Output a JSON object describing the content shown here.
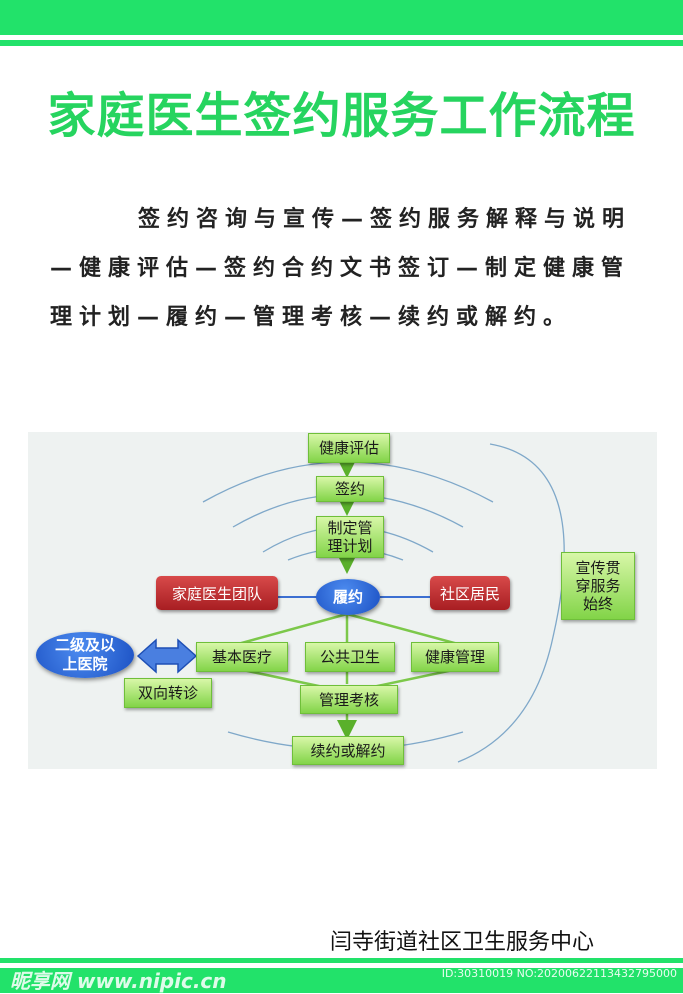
{
  "title": "家庭医生签约服务工作流程",
  "intro": "签约咨询与宣传—签约服务解释与说明—健康评估—签约合约文书签订—制定健康管理计划—履约—管理考核—续约或解约。",
  "flow": {
    "assessment": "健康评估",
    "sign": "签约",
    "plan": "制定管理计划",
    "fulfil": "履约",
    "team": "家庭医生团队",
    "residents": "社区居民",
    "basic": "基本医疗",
    "public_health": "公共卫生",
    "health_mgmt": "健康管理",
    "review": "管理考核",
    "renew": "续约或解约",
    "hospital": "二级及以上医院",
    "referral": "双向转诊",
    "publicity": "宣传贯穿服务始终"
  },
  "footer": "闫寺街道社区卫生服务中心",
  "watermark": {
    "site": "昵享网 www.nipic.cn",
    "id": "ID:30310019 NO:20200622113432795000"
  },
  "colors": {
    "accent_green": "#22e26a",
    "box_green": "#82d448",
    "red_box": "#a81e22",
    "oval_blue": "#1a4fc2"
  }
}
